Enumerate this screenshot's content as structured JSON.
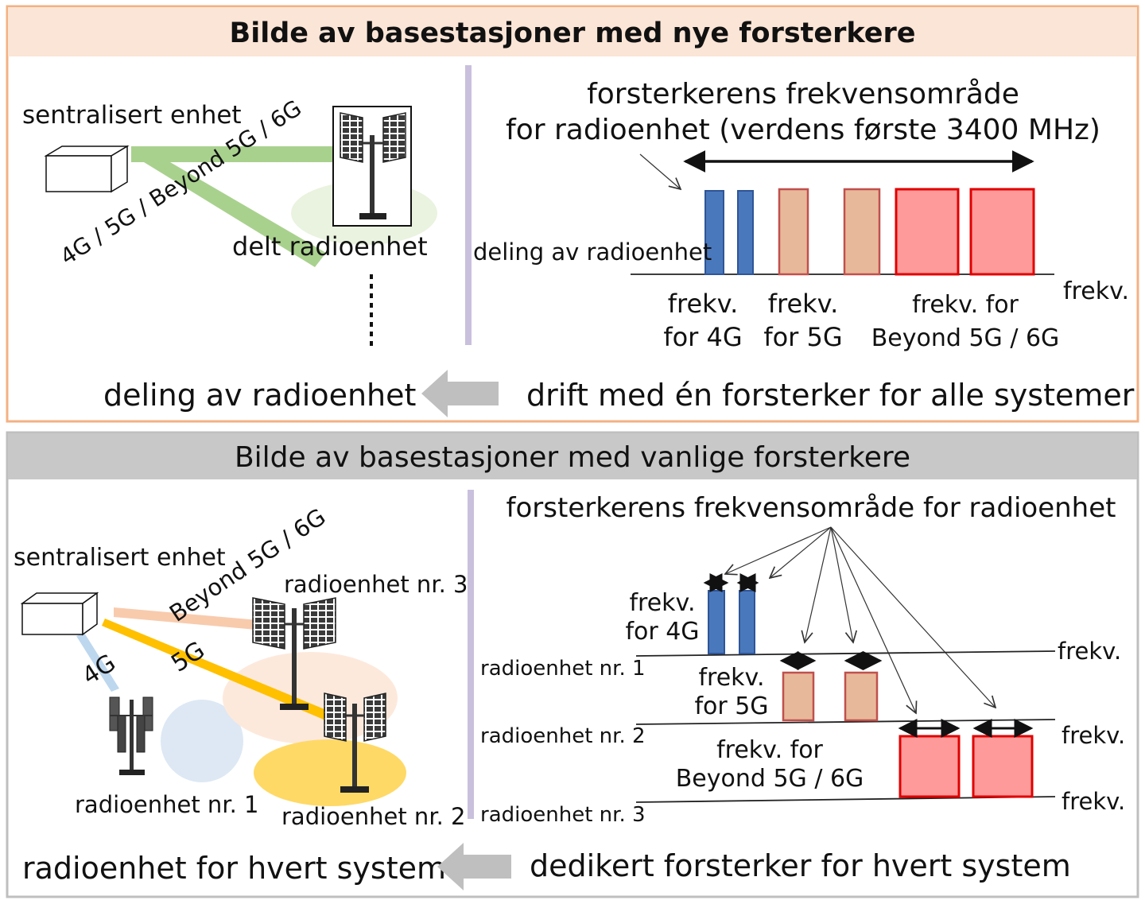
{
  "top_panel": {
    "title": "Bilde av basestasjoner med nye forsterkere",
    "left": {
      "centralized_unit": "sentralisert enhet",
      "link_label": "4G / 5G / Beyond 5G / 6G",
      "shared_unit": "delt radioenhet"
    },
    "right": {
      "range_title_line1": "forsterkerens frekvensområde",
      "range_title_line2": "for radioenhet (verdens første 3400 MHz)",
      "row_label": "deling av radioenhet",
      "axis_label": "frekv.",
      "freq_4g_line1": "frekv.",
      "freq_4g_line2": "for 4G",
      "freq_5g_line1": "frekv.",
      "freq_5g_line2": "for 5G",
      "freq_b5g_line1": "frekv. for",
      "freq_b5g_line2": "Beyond 5G / 6G"
    },
    "conclusion_left": "deling av radioenhet",
    "conclusion_right": "drift med én forsterker for alle systemer"
  },
  "bottom_panel": {
    "title": "Bilde av basestasjoner med vanlige forsterkere",
    "left": {
      "centralized_unit": "sentralisert enhet",
      "link_b5g": "Beyond 5G / 6G",
      "link_5g": "5G",
      "link_4g": "4G",
      "unit_3": "radioenhet nr. 3",
      "unit_1": "radioenhet nr. 1",
      "unit_2": "radioenhet nr. 2"
    },
    "right": {
      "range_title": "forsterkerens frekvensområde for radioenhet",
      "row_1": "radioenhet nr. 1",
      "row_2": "radioenhet nr. 2",
      "row_3": "radioenhet nr. 3",
      "axis_label_1": "frekv.",
      "axis_label_2": "frekv.",
      "axis_label_3": "frekv.",
      "freq_4g_line1": "frekv.",
      "freq_4g_line2": "for 4G",
      "freq_5g_line1": "frekv.",
      "freq_5g_line2": "for 5G",
      "freq_b5g_line1": "frekv. for",
      "freq_b5g_line2": "Beyond 5G / 6G"
    },
    "conclusion_left": "radioenhet for hvert system",
    "conclusion_right": "dedikert forsterker for hvert system"
  },
  "colors": {
    "top_border": "#f4b183",
    "top_header": "#fbe5d6",
    "bottom_border": "#bfbfbf",
    "bottom_header": "#c8c8c8",
    "band_4g": "#4a78bd",
    "band_5g": "#e8b89a",
    "band_b5g": "#ff9a9a",
    "link_green": "#a9d18e",
    "link_orange": "#ffc000",
    "link_peach": "#f8cbad",
    "link_blue": "#bdd7ee",
    "divider": "#c9c0dd"
  }
}
